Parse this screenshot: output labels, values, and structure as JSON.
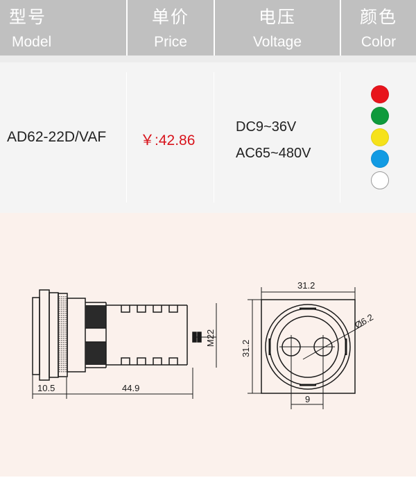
{
  "header": {
    "model": {
      "cn": "型号",
      "en": "Model"
    },
    "price": {
      "cn": "单价",
      "en": "Price"
    },
    "voltage": {
      "cn": "电压",
      "en": "Voltage"
    },
    "color": {
      "cn": "颜色",
      "en": "Color"
    }
  },
  "product": {
    "model": "AD62-22D/VAF",
    "price": "￥:42.86",
    "voltage_dc": "DC9~36V",
    "voltage_ac": "AC65~480V",
    "colors": [
      "#e8141c",
      "#0f9a3c",
      "#f6e21a",
      "#129be3",
      "#ffffff"
    ],
    "price_color": "#d8141c"
  },
  "drawing": {
    "side": {
      "dim_flange": "10.5",
      "dim_length": "44.9",
      "dim_thread": "M22"
    },
    "front": {
      "dim_width": "31.2",
      "dim_height": "31.2",
      "dim_diameter": "Ø6.2",
      "dim_spacing": "9"
    }
  }
}
